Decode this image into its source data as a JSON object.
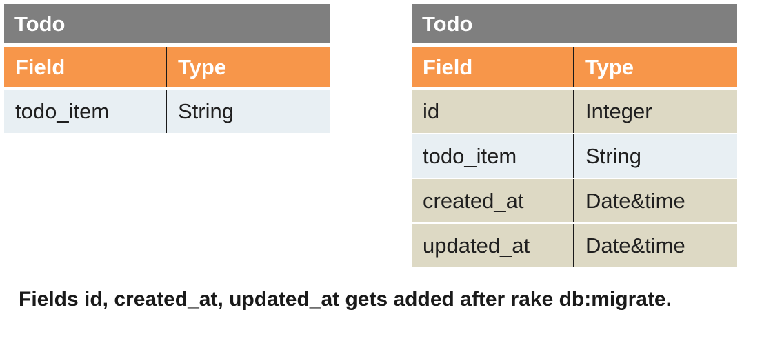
{
  "left_table": {
    "title": "Todo",
    "headers": [
      "Field",
      "Type"
    ],
    "rows": [
      {
        "field": "todo_item",
        "type": "String"
      }
    ]
  },
  "right_table": {
    "title": "Todo",
    "headers": [
      "Field",
      "Type"
    ],
    "rows": [
      {
        "field": "id",
        "type": "Integer"
      },
      {
        "field": "todo_item",
        "type": "String"
      },
      {
        "field": "created_at",
        "type": "Date&time"
      },
      {
        "field": "updated_at",
        "type": "Date&time"
      }
    ]
  },
  "caption": "Fields id, created_at,  updated_at gets added after rake db:migrate.",
  "colors": {
    "title_bar": "#7f7f7f",
    "header_row": "#f7964a",
    "row_tan": "#ddd9c4",
    "row_light": "#e8eff3"
  }
}
